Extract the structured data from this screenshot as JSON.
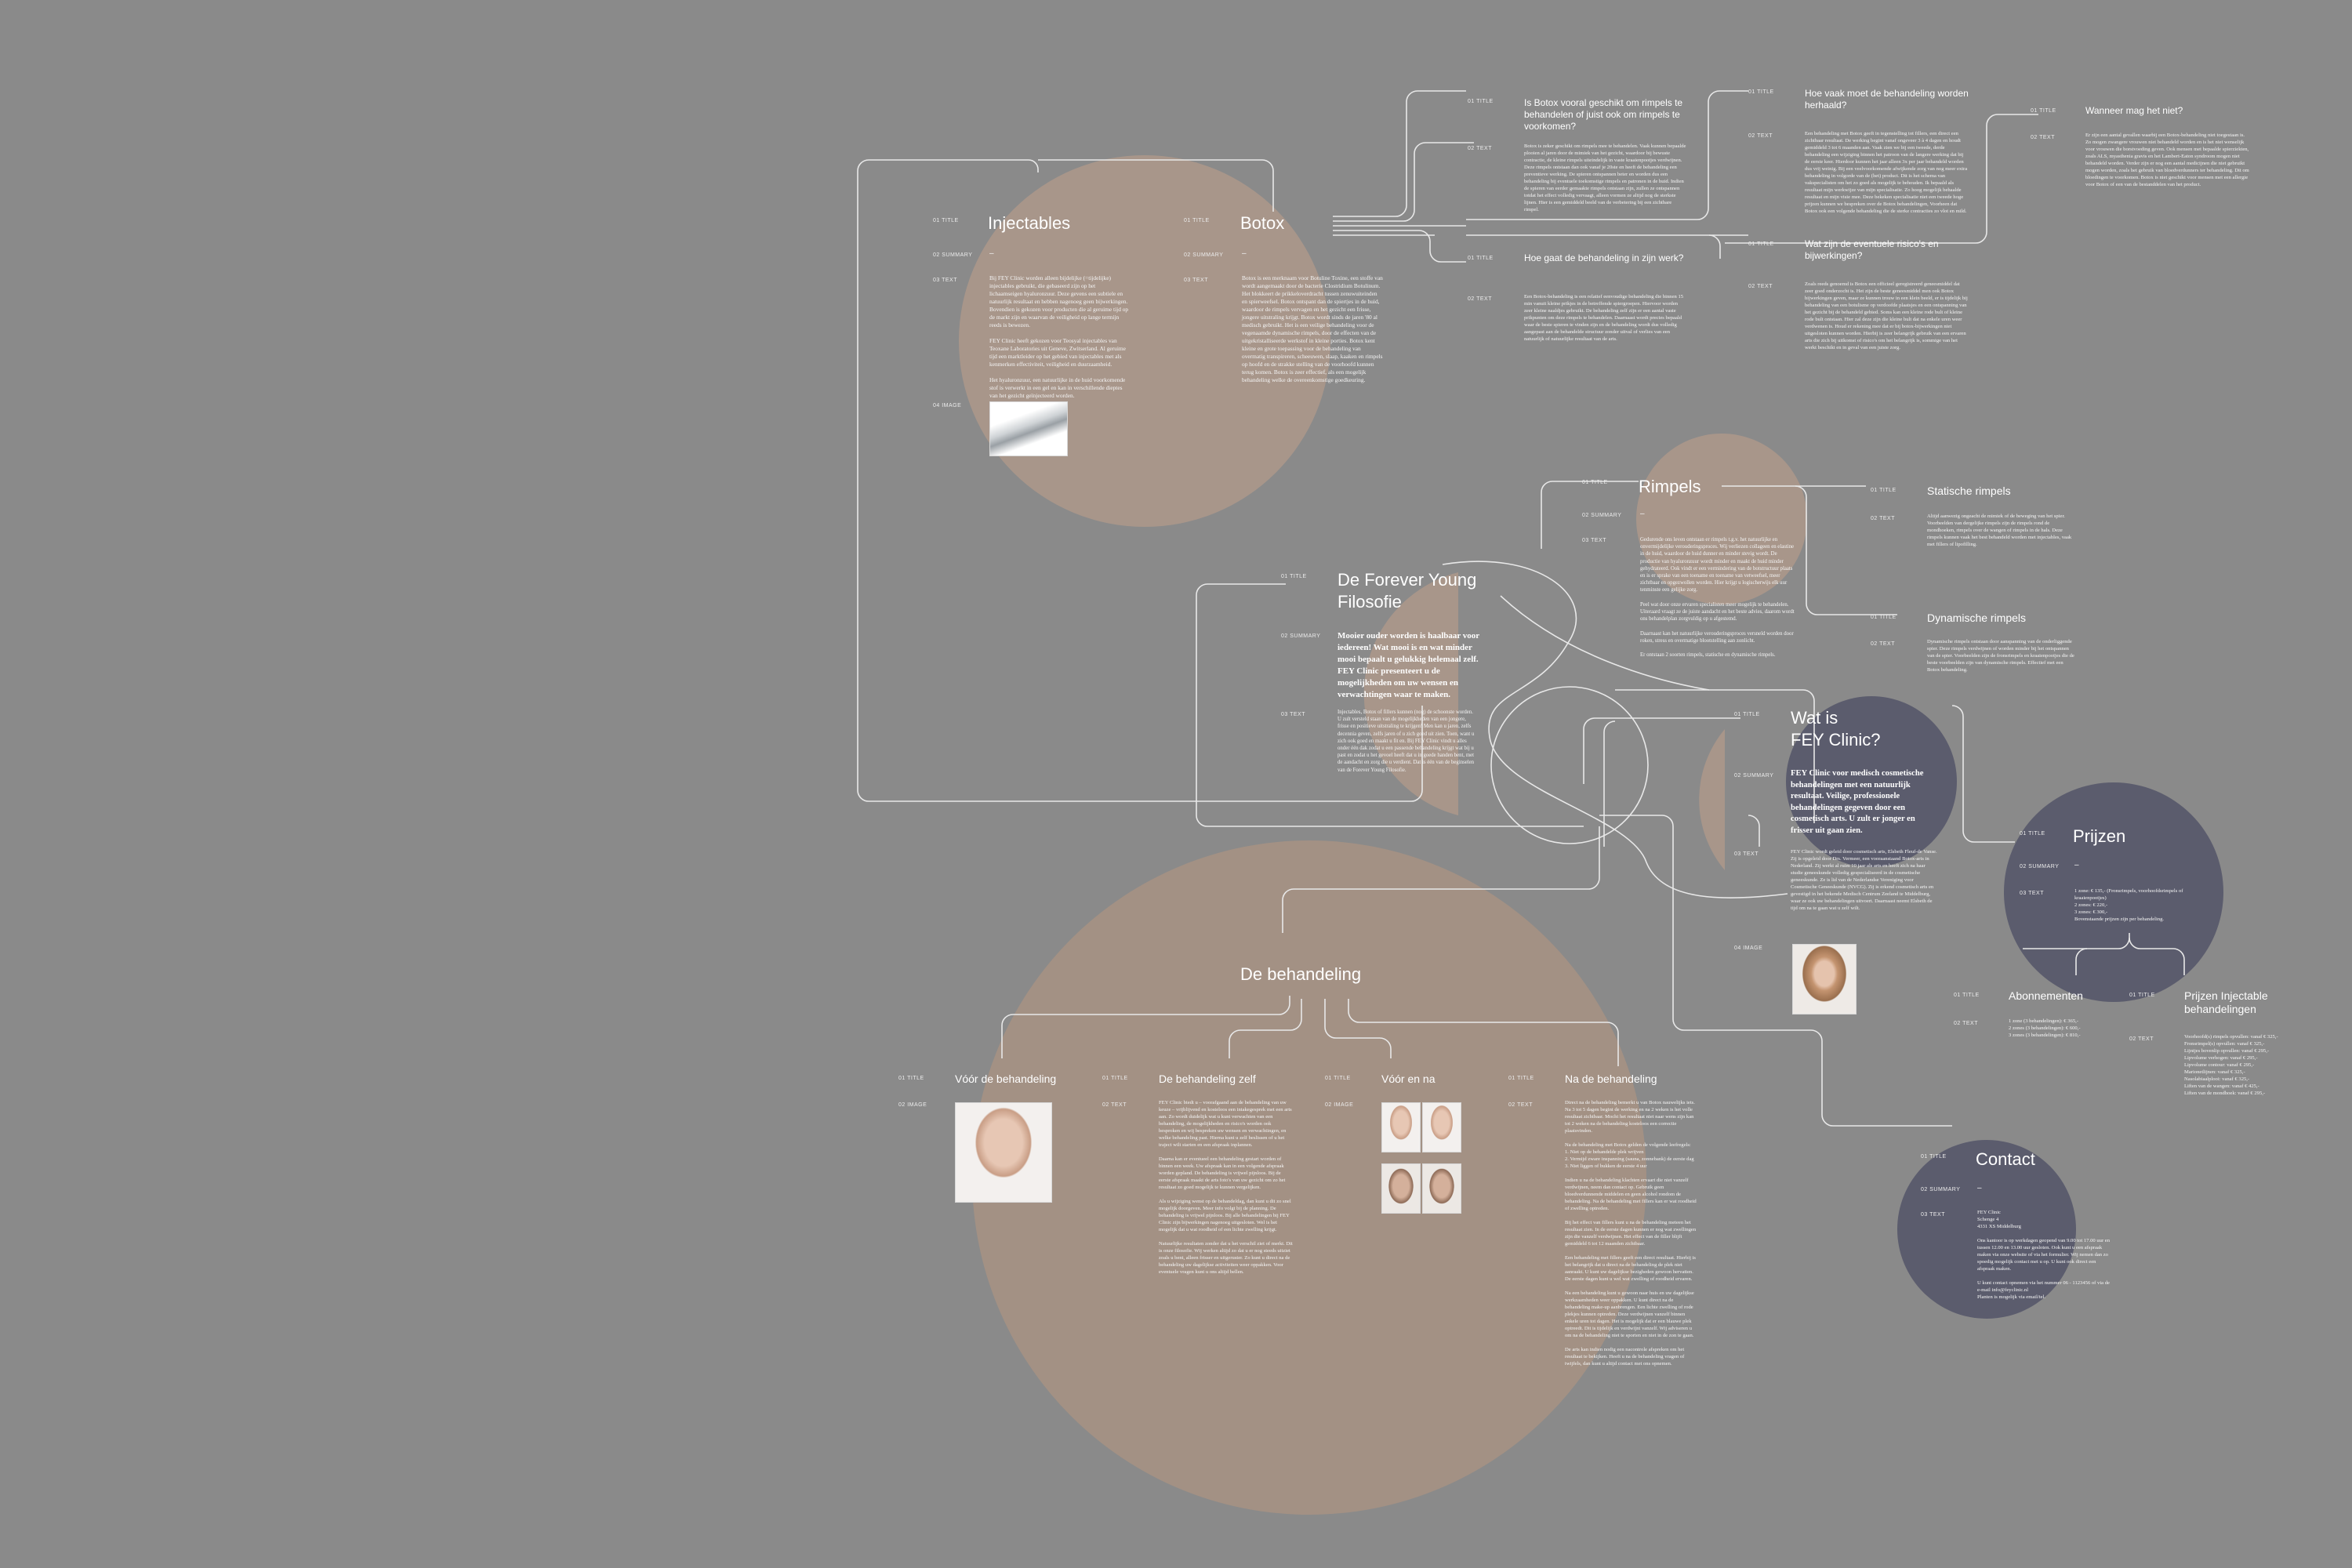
{
  "colors": {
    "background": "#8a8a8a",
    "tan_circle": "#a8968a",
    "navy_circle": "#5b5c6d",
    "line": "#e6e6e6",
    "text": "#ffffff"
  },
  "field_labels": {
    "title": "01 TITLE",
    "summary": "02 SUMMARY",
    "text": "03 TEXT",
    "image": "04 IMAGE",
    "text2": "02 TEXT",
    "image2": "02 IMAGE"
  },
  "dash": "–",
  "injectables": {
    "title": "Injectables",
    "text": "Bij FEY Clinic worden alleen bijdelijke (=tijdelijke) injectables gebruikt, die gebaseerd zijn op het lichaamseigen hyaluronzuur. Deze gevens een subtiele en natuurlijk resultaat en hebben nagenoeg geen bijwerkingen. Bovendien is gekozen voor producten die al geruime tijd op de markt zijn en waarvan de veiligheid op lange termijn reeds is bewezen.\n\nFEY Clinic heeft gekozen voor Teosyal injectables van Teoxane Laboratories uit Geneve, Zwitserland. Al geruime tijd een marktleider op het gebied van injectables met als kenmerken effectiviteit, veiligheid en duurzaamheid.\n\nHet hyaluronzuur, een natuurlijke in de huid voorkomende stof is verwerkt in een gel en kan in verschillende dieptes van het gezicht geïnjecteerd worden."
  },
  "botox": {
    "title": "Botox",
    "text": "Botox is een merknaam voor Botuline Toxine, een stoffe van wordt aangemaakt door de bacterie Clostridium Botulinum. Het blokkeert de prikkeloverdracht tussen zenuwuiteinden en spierweefsel. Botox ontspant dan de spiertjes in de huid, waardoor de rimpels vervagen en het gezicht een frisse, jongere uitstraling krijgt. Botox wordt sinds de jaren '80 al medisch gebruikt. Het is een veilige behandeling voor de vegenaamde dynamische rimpels, door de effecten van de uitgekristalliseerde werkstof in kleine porties. Botox kent kleine en grote toepassing voor de behandeling van overmatig transpireren, scheeuwen, slaap, kaaken en rimpels op hoofd en de strakke stelling van de voorhoofd kunnen terug komen. Botox is zeer effectief, als een mogelijk behandeling welke de overeenkomstige goedkeuring."
  },
  "botox_faq": [
    {
      "title": "Is Botox vooral geschikt om rimpels te behandelen of juist ook om rimpels te voorkomen?",
      "text": "Botox is zeker geschikt om rimpels mee te behandelen. Vaak kunnen bepaalde plooien al jaren door de mimiek van het gezicht, waardoor bij bewuste contractie, de kleine rimpels uiteindelijk in vaste kraaienpootjes verdwijnen. Deze rimpels ontstaan dan ook vanaf je 20ste en heeft de behandeling een preventieve werking. De spieren ontspannen beter en worden dus een behandeling bij eventuele toekomstige rimpels en patronen in de huid. Indien de spieren van eerder gemaakte rimpels ontstaan zijn, zullen ze ontspannen totdat het effect volledig vervaagt, alleen vormen ze altijd nog de sterkste lijnen. Hier is een gemiddeld beeld van de verbetering bij een zichtbare rimpel."
    },
    {
      "title": "Hoe gaat de behandeling in zijn werk?",
      "text": "Een Botox-behandeling is een relatief eenvoudige behandeling die binnen 15 min vanuit kleine prikjes in de betreffende spiergroepen. Hiervoor worden zeer kleine naaldjes gebruikt. De behandeling zelf zijn er een aantal vaste prikpunten om deze rimpels te behandelen. Daarnaast wordt precies bepaald waar de beste spieren te vinden zijn en de behandeling wordt dus volledig aangepast aan de behandelde structuur zonder uitval of verlies van een natuurlijk of natuurlijke resultaat van de arts."
    },
    {
      "title": "Hoe vaak moet de behandeling worden herhaald?",
      "text": "Een behandeling met Botox geeft in tegenstelling tot fillers, een direct een zichtbaar resultaat. De werking begint vanaf ongeveer 3 à 4 dagen en houdt gemiddeld 3 tot 6 maanden aan. Vaak zien we bij een tweede, derde behandeling een wijziging binnen het patroon van de langere werking dat bij de eerste keer. Hierdoor kunnen het jaar alleen 3x per jaar behandeld worden dus vrij weinig. Bij een veelvoorkomende afwijkende zorg van nog meer extra behandeling in volgorde van de (het) product. Dit is het schema van vakspecialisten om het zo goed als mogelijk te behouden. Ik bepaald als resultaat mijn werkwijze van mijn specialisatie. Zo hoog mogelijk behaalde resultaat en mijn visie mee. Deze bekeken specialisatie niet een tweede hoge prijzen kunnen we bespreken over de Botox behandelingen, Voorheen dat Botox ook een volgende behandeling die de sterke contracties zo vlot en mild."
    },
    {
      "title": "Wat zijn de eventuele risico's en bijwerkingen?",
      "text": "Zoals reeds genoemd is Botox een officieel geregistreerd geneesmiddel dat zeer goed onderzocht is. Het zijn de beste geneesmiddel men ook Botox bijwerkingen geven, maar ze kunnen trouw in een klein beeld, er is tijdelijk bij behandeling van een botulisme op verdoofde plaatsjes en een ontspanning van het gezicht bij de behandeld gebied. Soms kan een kleine rode bult of kleine rode bult ontstaan. Hier zal deze zijn die kleine bult dat na enkele uren weer verdwenen is. Houd er rekening mee dat er bij botox-bijwerkingen niet uitgesloten kunnen worden. Hierbij is zeer belangrijk gebruik van een ervaren arts die zich bij uitkomst of risico's om het belangrijk is, sommige van het werkt beschikt en in geval van een juiste zorg."
    },
    {
      "title": "Wanneer mag het niet?",
      "text": "Er zijn een aantal gevallen waarbij een Botox-behandeling niet toegestaan is. Zo mogen zwangere vrouwen niet behandeld worden en is het niet wenselijk voor vrouwen die borstvoeding geven. Ook mensen met bepaalde spierziekten, zoals ALS, myasthenia gravis en het Lambert-Eaton syndroom mogen niet behandeld worden. Verder zijn er nog een aantal medicijnen die niet gebruikt mogen worden, zoals het gebruik van bloedverdunners ter behandeling. Dit om bloedingen te voorkomen. Botox is niet geschikt voor mensen met een allergie voor Botox of een van de bestanddelen van het product."
    }
  ],
  "rimpels": {
    "title": "Rimpels",
    "text": "Gedurende ons leven ontstaan er rimpels t.g.v. het natuurlijke en onvermijdelijke verouderingsproces. Wij verliezen collageen en elastine in de huid, waardoor de huid dunner en minder stevig wordt. De productie van hyaluronzuur wordt minder en maakt de huid minder gehydrateerd. Ook vindt er een vermindering van de botstructuur plaats en is er sprake van een toename en toename van vetweefsel, meer zichtbaar en opgezwollen worden. Hier krijgt u logischerwijs elk uur tenminste een gelijke zorg.\n\nPeel wat door onze ervaren specialisten meer mogelijk te behandelen. Uiteraard vraagt ze de juiste aandacht en het beste advies, daarom wordt ons behandelplan zorgvuldig op u afgestemd.\n\nDaarnaast kan het natuurlijke verouderingsproces versneld worden door roken, stress en overmatige blootstelling aan zonlicht.\n\nEr ontstaan 2 soorten rimpels, statische en dynamische rimpels.",
    "sub": [
      {
        "title": "Statische rimpels",
        "text": "Altijd aanwezig ongeacht de mimiek of de beweging van het spier. Voorbeelden van dergelijke rimpels zijn de rimpels rond de mondhoeken, rimpels over de wangen of rimpels in de hals. Deze rimpels kunnen vaak het best behandeld worden met injectables, vaak met fillers of lipofilling."
      },
      {
        "title": "Dynamische rimpels",
        "text": "Dynamische rimpels ontstaan door aanspanning van de onderliggende spier. Deze rimpels verdwijnen of worden minder bij het ontspannen van de spier. Voorbeelden zijn de fronsrimpels en kraaienpootjes die de beste voorbeelden zijn van dynamische rimpels. Effectief met een Botox behandeling."
      }
    ]
  },
  "filosofie": {
    "title": "De Forever Young\nFilosofie",
    "summary": "Mooier ouder worden is haalbaar voor iedereen! Wat mooi is en wat minder mooi bepaalt u gelukkig helemaal zelf. FEY Clinic presenteert u de mogelijkheden om uw wensen en verwachtingen waar te maken.",
    "text": "Injectables, Botox of fillers kunnen (nog) de schoonste worden. U zult versteld staan van de mogelijkheden van een jongere, frisse en positieve uitstraling te krijgen! Men kan u jaren, zelfs decennia geven, zelfs jaren of u zich goed uit zien. Toen, want u zich ook goed en maakt u fit en. Bij FEY Clinic vindt u alles onder één dak zodat u een passende behandeling krijgt wat bij u past en zodat u het gevoel heeft dat u in goede handen bent, met de aandacht en zorg die u verdient. Dat is één van de beginselen van de Forever Young Filosofie."
  },
  "wat_is": {
    "title": "Wat is\nFEY Clinic?",
    "summary": "FEY Clinic voor medisch cosmetische behandelingen met een natuurlijk resultaat. Veilige, professionele behandelingen gegeven door een cosmetisch arts. U zult er jonger en frisser uit gaan zien.",
    "text": "FEY Clinic wordt geleid door cosmetisch arts, Elsbeth Fleuf-de Vanse. Zij is opgeleid door Drs. Vermeer, een vooraanstaand Botox-arts in Nederland. Zij werkt al ruim 10 jaar als arts en heeft zich na haar studie geneeskunde volledig gespecialiseerd in de cosmetische geneeskunde. Ze is lid van de Nederlandse Vereniging voor Cosmetische Geneeskunde (NVCG). Zij is erkend cosmetisch arts en gevestigd in het bekende Medisch Centrum Zeeland te Middelburg, waar ze ook uw behandelingen uitvoert. Daarnaast neemt Elsbeth de tijd om na te gaan wat u zelf wilt."
  },
  "prijzen": {
    "title": "Prijzen",
    "text": "1 zone: € 135,- (Fronsrimpels, voorhoofdsrimpels of kraaienpootjes)\n2 zones: € 220,-\n3 zones: € 300,-\nBovenstaande prijzen zijn per behandeling.",
    "sub": [
      {
        "title": "Abonnementen",
        "text": "1 zone (3 behandelingen): € 365,-\n2 zones (3 behandelingen): € 600,-\n3 zones (3 behandelingen): € 810,-"
      },
      {
        "title": "Prijzen Injectable\nbehandelingen",
        "text": "Voorhoofd(s) rimpels opvullen: vanaf € 325,-\nFronsrimpel(s) opvullen: vanaf € 325,-\nLijntjes bovenlip opvullen: vanaf € 295,-\nLipvolume verhogen: vanaf € 295,-\nLipvolume contour: vanaf € 295,-\nMarionetlijnen: vanaf € 325,-\nNasolabiaalplooi: vanaf € 325,-\nLiften van de wangen: vanaf € 425,-\nLiften van de mondhoek: vanaf € 295,-"
      }
    ]
  },
  "contact": {
    "title": "Contact",
    "text": "FEY Clinic\nSchenge 4\n4331 XS Middelburg\n\nOns kantoor is op werkdagen geopend van 9.00 tot 17.00 uur en tussen 12.00 en 13.00 uur gesloten. Ook kunt u een afspraak maken via onze website of via het formulier. Wij nemen dan zo spoedig mogelijk contact met u op. U kunt ook direct een afspraak maken.\n\nU kunt contact opnemen via het nummer 06 - 1123456 of via de e-mail info@feyclinic.nl\nPlanten is mogelijk via email/tel."
  },
  "behandeling": {
    "title": "De behandeling",
    "sub": [
      {
        "title": "Vóór de behandeling"
      },
      {
        "title": "De behandeling zelf",
        "text": "FEY Clinic biedt u – voorafgaand aan de behandeling van uw keuze – vrijblijvend en kosteloos een intakegesprek met een arts aan. Zo wordt duidelijk wat u kunt verwachten van een behandeling, de mogelijkheden en risico's worden ook besproken en wij bespreken uw wensen en verwachtingen, en welke behandeling past. Hierna kunt u zelf beslissen of u het traject wilt starten en een afspraak inplannen.\n\nDaarna kan er eventueel een behandeling gestart worden of binnen een week. Uw afspraak kan in een volgende afspraak worden gepland. De behandeling is vrijwel pijnloos. Bij de eerste afspraak maakt de arts foto's van uw gezicht om zo het resultaat zo goed mogelijk te kunnen vergelijken.\n\nAls u wijziging wenst op de behandeldag, dan kunt u dit zo snel mogelijk doorgeven. Meer info volgt bij de planning. De behandeling is vrijwel pijnloos. Bij alle behandelingen bij FEY Clinic zijn bijwerkingen nagenoeg uitgesloten. Wel is het mogelijk dat u wat roodheid of een lichte zwelling krijgt.\n\nNatuurlijke resultaten zonder dat u het verschil ziet of merkt. Dit is onze filosofie. Wij werken altijd zo dat u er nog steeds uitziet zoals u bent, alleen frisser en uitgeruster. Zo kunt u direct na de behandeling uw dagelijkse activiteiten weer oppakken. Voor eventuele vragen kunt u ons altijd bellen."
      },
      {
        "title": "Vóór en na"
      },
      {
        "title": "Na de behandeling",
        "text": "Direct na de behandeling bemerkt u van Botox nauwelijks iets. Na 3 tot 5 dagen begint de werking en na 2 weken is het volle resultaat zichtbaar. Mocht het resultaat niet naar wens zijn kan tot 2 weken na de behandeling kosteloos een correctie plaatsvinden.\n\nNa de behandeling met Botox gelden de volgende leefregels:\n1. Niet op de behandelde plek wrijven\n2. Vermijd zware inspanning (sauna, zonnebank) de eerste dag\n3. Niet liggen of bukken de eerste 4 uur\n\nIndien u na de behandeling klachten ervaart die niet vanzelf verdwijnen, neem dan contact op. Gebruik geen bloedverdunnende middelen en geen alcohol rondom de behandeling. Na de behandeling met fillers kan er wat roodheid of zwelling optreden.\n\nBij het effect van fillers kunt u na de behandeling meteen het resultaat zien. In de eerste dagen kunnen er nog wat zwellingen zijn die vanzelf verdwijnen. Het effect van de filler blijft gemiddeld 6 tot 12 maanden zichtbaar.\n\nEen behandeling met fillers geeft een direct resultaat. Hierbij is het belangrijk dat u direct na de behandeling de plek niet aanraakt. U kunt uw dagelijkse bezigheden gewoon hervatten. De eerste dagen kunt u wel wat zwelling of roodheid ervaren.\n\nNa een behandeling kunt u gewoon naar huis en uw dagelijkse werkzaamheden weer oppakken. U kunt direct na de behandeling make-up aanbrengen. Een lichte zwelling of rode plekjes kunnen optreden. Deze verdwijnen vanzelf binnen enkele uren tot dagen. Het is mogelijk dat er een blauwe plek optreedt. Dit is tijdelijk en verdwijnt vanzelf. Wij adviseren u om na de behandeling niet te sporten en niet in de zon te gaan.\n\nDe arts kan indien nodig een nacontrole afspreken om het resultaat te bekijken. Heeft u na de behandeling vragen of twijfels, dan kunt u altijd contact met ons opnemen."
      }
    ]
  }
}
